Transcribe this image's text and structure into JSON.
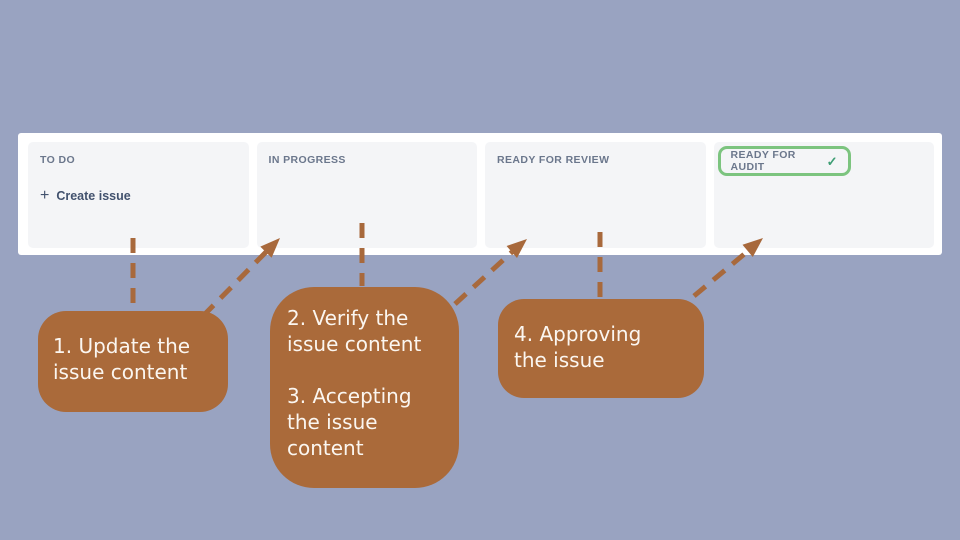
{
  "board": {
    "columns": [
      {
        "title": "TO DO",
        "action_label": "Create issue"
      },
      {
        "title": "IN PROGRESS"
      },
      {
        "title": "READY FOR REVIEW"
      },
      {
        "title": "READY FOR AUDIT",
        "highlighted": true
      }
    ]
  },
  "callouts": [
    {
      "text": "1. Update the\nissue content"
    },
    {
      "text": "2. Verify the\nissue content\n\n3. Accepting\nthe issue\ncontent"
    },
    {
      "text": "4. Approving\nthe issue"
    }
  ],
  "icons": {
    "plus": "+",
    "check": "✓"
  },
  "colors": {
    "background": "#99A3C1",
    "board_bg": "#FFFFFF",
    "column_bg": "#F4F5F7",
    "column_header": "#6B778C",
    "action_text": "#42526E",
    "callout_bg": "#AA6A3A",
    "callout_text": "#FBF6F0",
    "arrow": "#A8693C",
    "highlight_border": "#7CC47F",
    "check": "#3E9E74"
  }
}
